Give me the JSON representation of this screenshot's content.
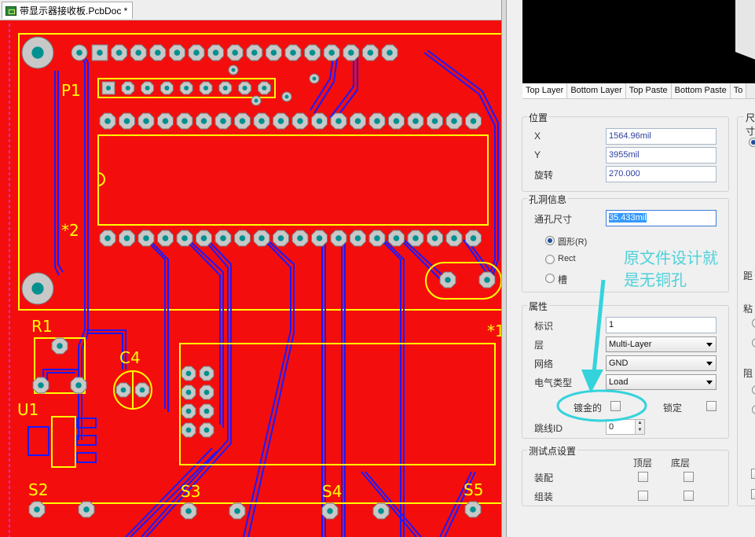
{
  "document": {
    "tab_title": "带显示器接收板.PcbDoc *",
    "tab_icon": "pcb-document-icon"
  },
  "pcb": {
    "colors": {
      "board": "#f40d0d",
      "outline": "#ffff00",
      "trace": "#1a1aff",
      "pad": "#c8c8c8",
      "hole": "#009090"
    },
    "designators": [
      "P1",
      "*2",
      "R1",
      "C4",
      "U1",
      "S2",
      "S3",
      "S4",
      "S5",
      "*1"
    ]
  },
  "panel": {
    "layer_tabs": [
      "Top Layer",
      "Bottom Layer",
      "Top Paste",
      "Bottom Paste",
      "To"
    ],
    "position": {
      "title": "位置",
      "x_label": "X",
      "x_value": "1564.96mil",
      "y_label": "Y",
      "y_value": "3955mil",
      "rotation_label": "旋转",
      "rotation_value": "270.000"
    },
    "right_group_title": "尺寸",
    "distance_label": "距",
    "paste_label": "粘",
    "resist_label": "阻",
    "hole": {
      "title": "孔洞信息",
      "size_label": "通孔尺寸",
      "size_value": "35.433mil",
      "shapes": [
        "圆形(R)",
        "Rect",
        "槽"
      ],
      "selected_shape": "圆形(R)"
    },
    "properties": {
      "title": "属性",
      "designator_label": "标识",
      "designator_value": "1",
      "layer_label": "层",
      "layer_value": "Multi-Layer",
      "net_label": "网络",
      "net_value": "GND",
      "electrical_label": "电气类型",
      "electrical_value": "Load",
      "plated_label": "镀金的",
      "plated_checked": false,
      "locked_label": "锁定",
      "locked_checked": false,
      "jumper_label": "跳线ID",
      "jumper_value": "0"
    },
    "testpoint": {
      "title": "测试点设置",
      "top_label": "顶层",
      "bottom_label": "底层",
      "assembly_label": "装配",
      "fabrication_label": "组装"
    }
  },
  "annotation": {
    "line1": "原文件设计就",
    "line2": "是无铜孔",
    "color": "#4fd1d9"
  }
}
